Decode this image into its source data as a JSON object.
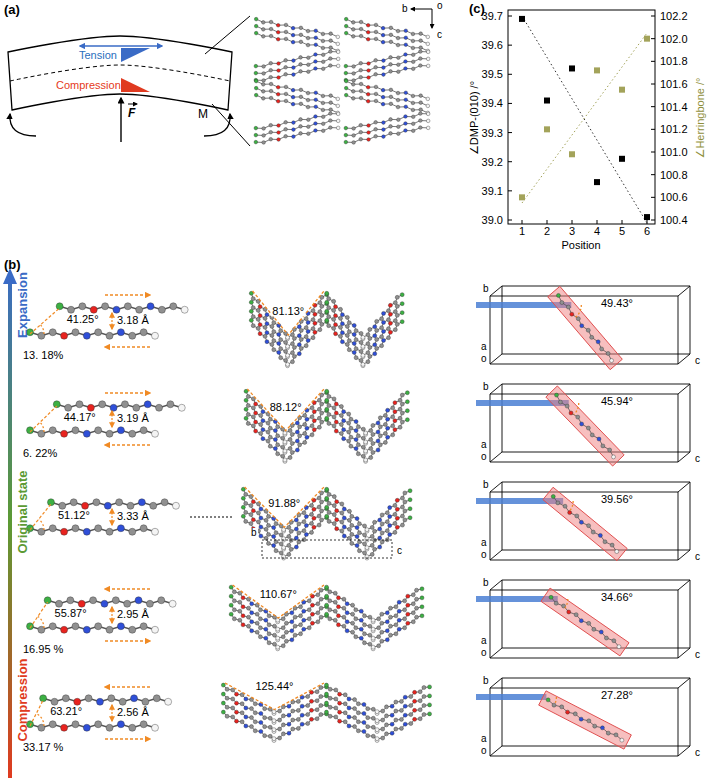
{
  "diagram": {
    "labels": [
      "(a)",
      "Tension",
      "Compression",
      "F",
      "M",
      "b",
      "o",
      "c",
      "(c)",
      "39.0",
      "39.1",
      "39.2",
      "39.3",
      "39.4",
      "39.5",
      "39.6",
      "39.7",
      "100.4",
      "100.6",
      "100.8",
      "101.0",
      "101.2",
      "101.4",
      "101.6",
      "101.8",
      "102.0",
      "102.2",
      "1",
      "2",
      "3",
      "4",
      "5",
      "6",
      "∠DMP-(010) /°",
      "∠Herringbone /°",
      "Position",
      "(b)",
      "Expansion",
      "Original state",
      "Compression",
      "41.25°",
      "3.18 Å",
      "13. 18%",
      "81.13°",
      "49.43°",
      "b",
      "a",
      "o",
      "c",
      "44.17°",
      "3.19 Å",
      "6. 22%",
      "88.12°",
      "45.94°",
      "b",
      "a",
      "o",
      "c",
      "51.12°",
      "3.33 Å",
      "91.88°",
      "b",
      "c",
      "39.56°",
      "b",
      "a",
      "o",
      "c",
      "55.87°",
      "2.95 Å",
      "16.95 %",
      "110.67°",
      "34.66°",
      "b",
      "a",
      "o",
      "c",
      "63.21°",
      "2.56 Å",
      "33.17 %",
      "125.44°",
      "27.28°",
      "b",
      "a",
      "o",
      "c"
    ]
  }
}
